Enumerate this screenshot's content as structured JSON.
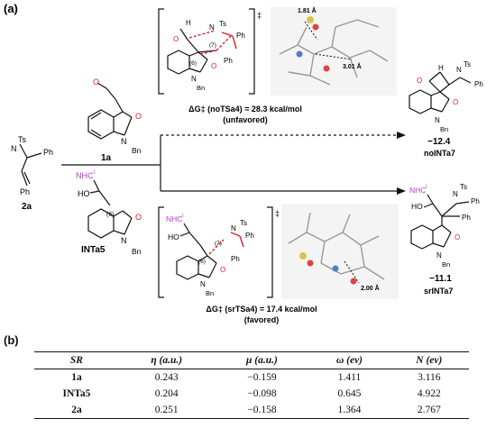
{
  "panels": {
    "a": "(a)",
    "b": "(b)"
  },
  "reactants": {
    "r1": "1a",
    "r2": "2a",
    "r3": "INTa5",
    "nhc_tag": "NHC",
    "nhc_sup": "I",
    "ho": "HO",
    "bn": "N",
    "bn_sub": "Bn",
    "ts": "Ts",
    "ph": "Ph",
    "n": "N",
    "o": "O",
    "h": "H",
    "six": "(6)",
    "seven": "(7)"
  },
  "ts_top": {
    "dagger": "‡",
    "energy_line": "ΔG‡ (noTSa4) = 28.3 kcal/mol",
    "note": "(unfavored)",
    "d1": "1.81 Å",
    "d2": "3.01 Å"
  },
  "ts_bottom": {
    "dagger": "‡",
    "energy_line": "ΔG‡ (srTSa4) = 17.4 kcal/mol",
    "note": "(favored)",
    "d1": "2.00 Å"
  },
  "products": {
    "top_energy": "−12.4",
    "top_label": "noINTa7",
    "bottom_energy": "−11.1",
    "bottom_label": "srINTa7"
  },
  "table": {
    "headers": [
      "SR",
      "η (a.u.)",
      "μ (a.u.)",
      "ω (ev)",
      "N (ev)"
    ],
    "rows": [
      [
        "1a",
        "0.243",
        "−0.159",
        "1.411",
        "3.116"
      ],
      [
        "INTa5",
        "0.204",
        "−0.098",
        "0.645",
        "4.922"
      ],
      [
        "2a",
        "0.251",
        "−0.158",
        "1.364",
        "2.767"
      ]
    ]
  },
  "colors": {
    "nhc": "#b040c0",
    "dashed": "#e0202a",
    "ink": "#111111"
  }
}
